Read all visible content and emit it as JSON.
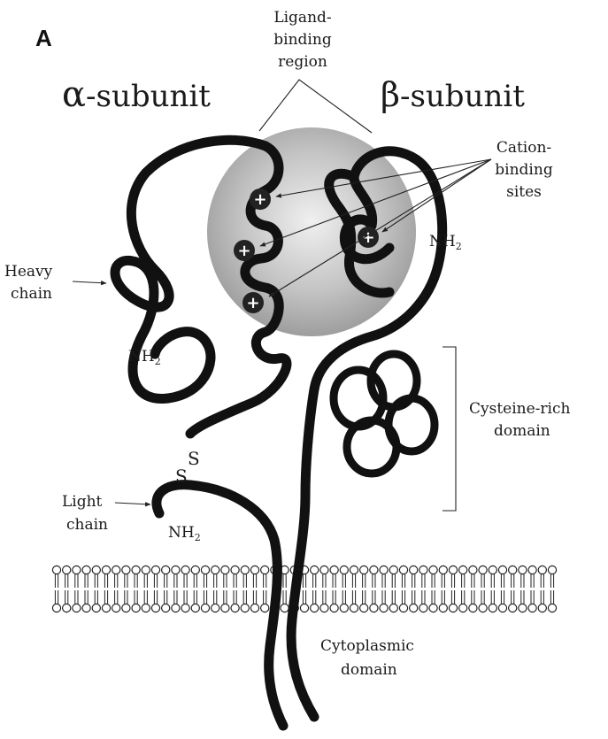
{
  "panel_label": "A",
  "alpha_subunit": {
    "symbol": "α",
    "label": "-subunit"
  },
  "beta_subunit": {
    "symbol": "β",
    "label": "-subunit"
  },
  "ligand_binding_region": {
    "line1": "Ligand-",
    "line2": "binding",
    "line3": "region"
  },
  "cation_binding_sites": {
    "line1": "Cation-",
    "line2": "binding",
    "line3": "sites"
  },
  "heavy_chain": {
    "line1": "Heavy",
    "line2": "chain"
  },
  "light_chain": {
    "line1": "Light",
    "line2": "chain"
  },
  "cysteine_rich_domain": {
    "line1": "Cysteine-rich",
    "line2": "domain"
  },
  "cytoplasmic_domain": {
    "line1": "Cytoplasmic",
    "line2": "domain"
  },
  "nh2_alpha": {
    "main": "NH",
    "sub": "2"
  },
  "nh2_beta": {
    "main": "NH",
    "sub": "2"
  },
  "nh2_light": {
    "main": "NH",
    "sub": "2"
  },
  "disulfide": {
    "s1": "S",
    "s2": "S"
  },
  "cation_symbol": "+",
  "colors": {
    "ribbon": "#111111",
    "ligand_region_center": "#f2f2f2",
    "ligand_region_edge": "#9a9a9a"
  }
}
